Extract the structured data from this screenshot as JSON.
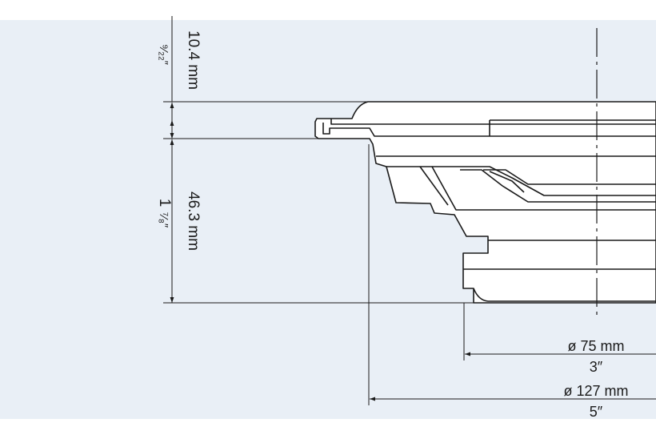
{
  "colors": {
    "background": "#e9eff6",
    "line": "#1a1a1a",
    "body_fill": "#ffffff"
  },
  "dimensions": {
    "flange_height_metric": "10.4 mm",
    "flange_height_imperial": "⁹⁄₂₂″",
    "mount_depth_metric": "46.3 mm",
    "mount_depth_imperial_whole": "1",
    "mount_depth_imperial_fraction": "⁷⁄₈″",
    "magnet_diameter_metric": "ø 75 mm",
    "magnet_diameter_imperial": "3″",
    "cutout_diameter_metric": "ø 127 mm",
    "cutout_diameter_imperial": "5″"
  }
}
